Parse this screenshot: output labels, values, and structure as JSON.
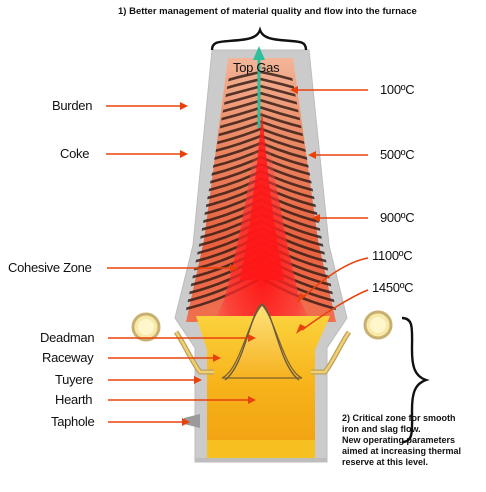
{
  "title_note": "1) Better management of material quality and flow into the furnace",
  "top_gas": "Top Gas",
  "left_labels": {
    "burden": "Burden",
    "coke": "Coke",
    "cohesive_zone": "Cohesive Zone",
    "deadman": "Deadman",
    "raceway": "Raceway",
    "tuyere": "Tuyere",
    "hearth": "Hearth",
    "taphole": "Taphole"
  },
  "temperatures": {
    "t100": "100ºC",
    "t500": "500ºC",
    "t900": "900ºC",
    "t1100": "1100ºC",
    "t1450": "1450ºC"
  },
  "bottom_note": {
    "line1": "2) Critical zone for smooth",
    "line2": "iron and slag flow.",
    "line3": "New operating parameters",
    "line4": "aimed at increasing thermal",
    "line5": "reserve at this level."
  },
  "colors": {
    "arrow": "#e8420c",
    "gas_arrow": "#2fbf9a",
    "shell": "#c9c9c9",
    "hot_core": "#e8141a",
    "hearth": "#f6b21c"
  }
}
